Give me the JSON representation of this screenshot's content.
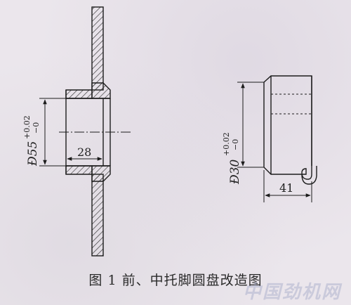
{
  "figure": {
    "caption": "图 1   前、中托脚圆盘改造图",
    "left_part": {
      "diameter_label": "Ð55",
      "tol_upper": "+0.02",
      "tol_lower": "−0",
      "length_label": "28"
    },
    "right_part": {
      "diameter_label": "Ð30",
      "tol_upper": "+0.02",
      "tol_lower": "−0",
      "length_label": "41"
    },
    "watermark": "中国劲机网"
  },
  "colors": {
    "line": "#1c1c1c",
    "hatch": "#2a2a2a",
    "background": "#ebe6ec"
  }
}
